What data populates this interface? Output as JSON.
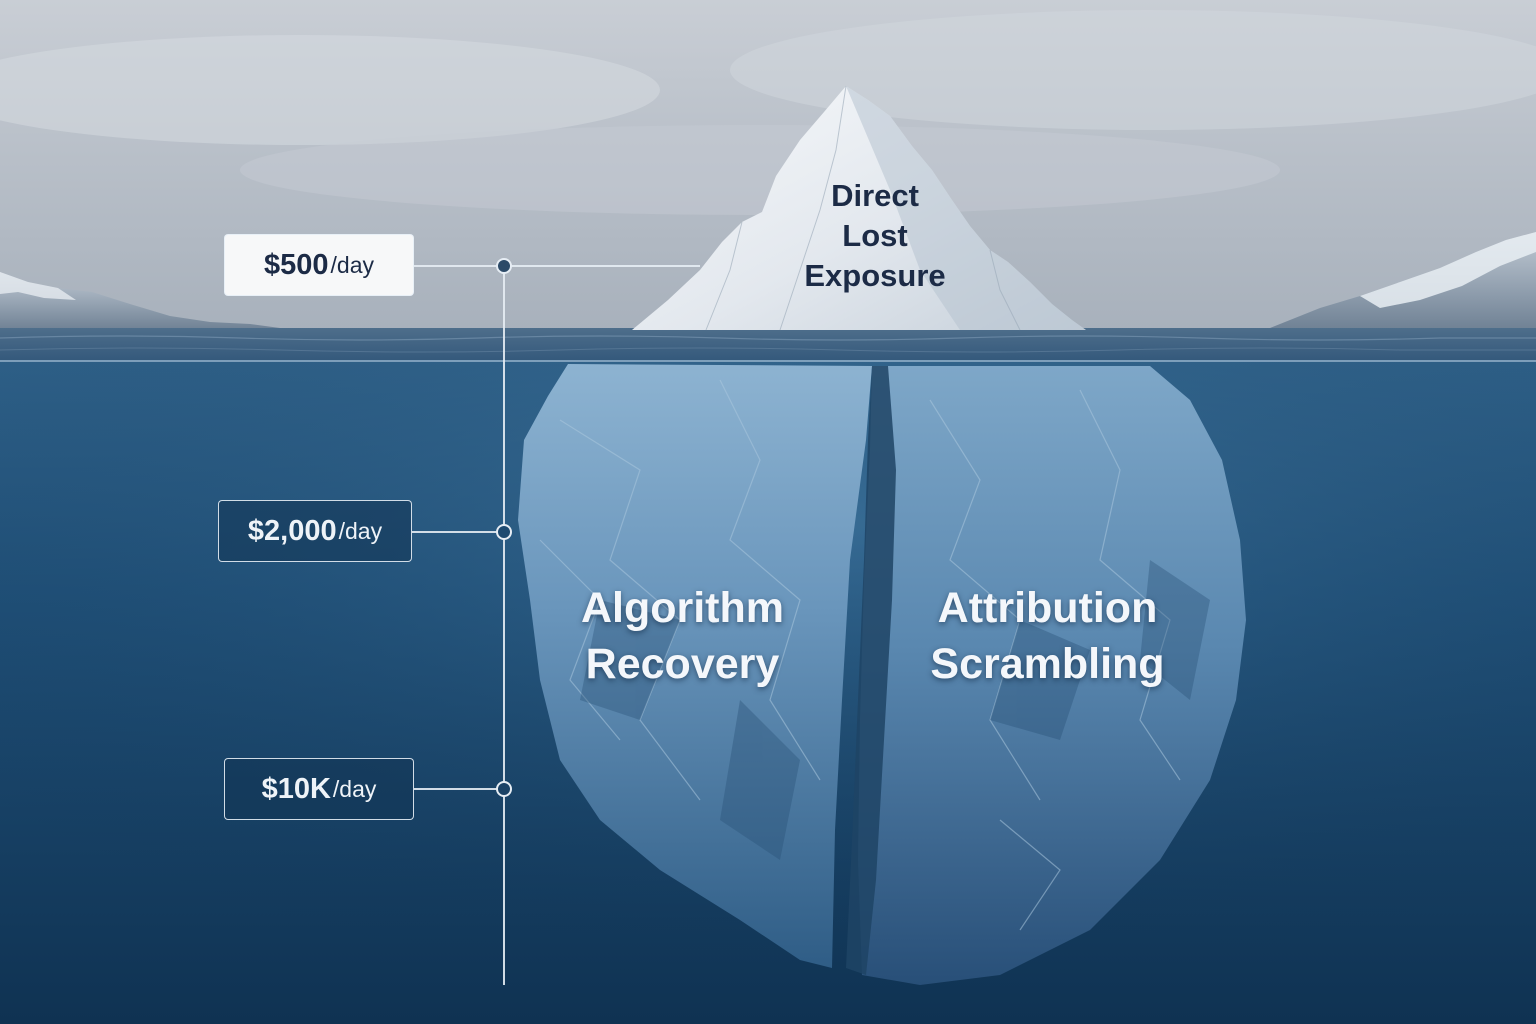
{
  "iceberg": {
    "tip": {
      "lines": [
        "Direct",
        "Lost",
        "Exposure"
      ]
    },
    "left_mass": {
      "lines": [
        "Algorithm",
        "Recovery"
      ]
    },
    "right_mass": {
      "lines": [
        "Attribution",
        "Scrambling"
      ]
    }
  },
  "cost_scale": {
    "levels": [
      {
        "amount": "$500",
        "unit": "/day"
      },
      {
        "amount": "$2,000",
        "unit": "/day"
      },
      {
        "amount": "$10K",
        "unit": "/day"
      }
    ]
  },
  "colors": {
    "sky": "#b4bcc6",
    "sea_surface": "#3c5f80",
    "deep_water": "#123a5e",
    "ice_tip": "#e8edf2",
    "ice_underwater": "#5d87ad",
    "dark_text": "#1c2b46",
    "light_text": "#f4f7fb"
  }
}
